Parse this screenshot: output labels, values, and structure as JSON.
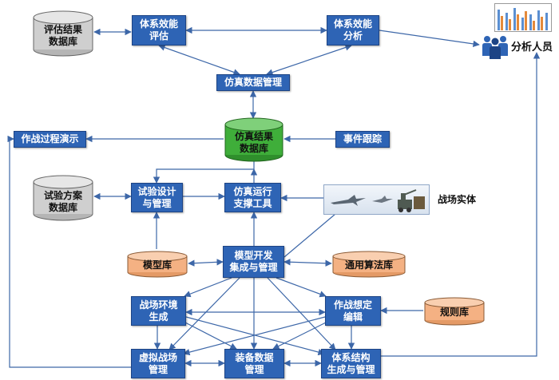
{
  "nodes": {
    "eval_db": "评估结果\n数据库",
    "eval_sys": "体系效能\n评估",
    "analyze_sys": "体系效能\n分析",
    "analyst": "分析人员",
    "sim_data_mgmt": "仿真数据管理",
    "combat_demo": "作战过程演示",
    "sim_db": "仿真结果\n数据库",
    "event_track": "事件跟踪",
    "test_db": "试验方案\n数据库",
    "test_design": "试验设计\n与管理",
    "sim_run": "仿真运行\n支撑工具",
    "battle_entity": "战场实体",
    "model_lib": "模型库",
    "model_dev": "模型开发\n集成与管理",
    "algo_lib": "通用算法库",
    "env_gen": "战场环境\n生成",
    "scenario": "作战想定\n编辑",
    "rules_lib": "规则库",
    "virtual_mgmt": "虚拟战场\n管理",
    "equip_data": "装备数据\n管理",
    "sys_struct": "体系结构\n生成与管理"
  },
  "colors": {
    "box_fill": "#2e64b5",
    "db_gray": "#cfcfcf",
    "db_green": "#3fae3a",
    "db_orange": "#f4b183",
    "arrow": "#3d67a8"
  }
}
